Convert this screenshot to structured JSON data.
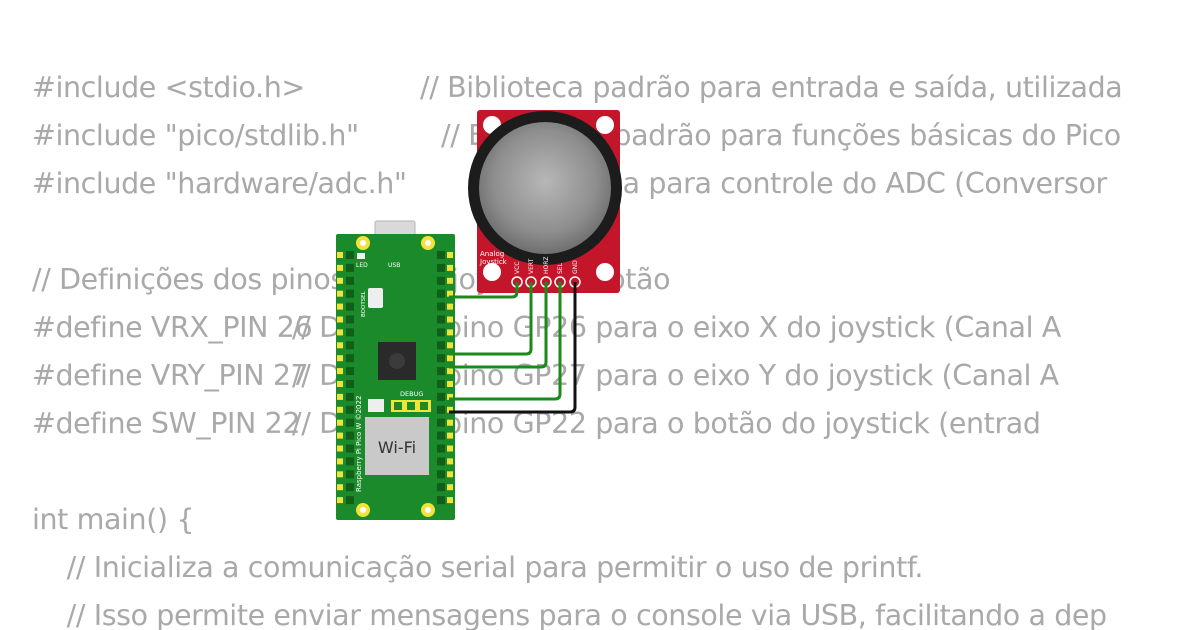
{
  "code_lines": [
    {
      "code": "#include <stdio.h>",
      "comment": "// Biblioteca padrão para entrada e saída, utilizada"
    },
    {
      "code": "#include \"pico/stdlib.h\"",
      "comment": "// Biblioteca padrão para funções básicas do Pico"
    },
    {
      "code": "#include \"hardware/adc.h\"",
      "comment": "// Biblioteca para controle do ADC (Conversor"
    },
    {
      "code": "",
      "comment": ""
    },
    {
      "code": "// Definições dos pinos para o joystick e botão",
      "comment": ""
    },
    {
      "code": "#define VRX_PIN 26",
      "comment": "// Define o pino GP26 para o eixo X do joystick (Canal A"
    },
    {
      "code": "#define VRY_PIN 27",
      "comment": "// Define o pino GP27 para o eixo Y do joystick (Canal A"
    },
    {
      "code": "#define SW_PIN 22",
      "comment": "// Define o pino GP22 para o botão do joystick (entrad"
    },
    {
      "code": "",
      "comment": ""
    },
    {
      "code": "int main() {",
      "comment": ""
    },
    {
      "code": "    // Inicializa a comunicação serial para permitir o uso de printf.",
      "comment": ""
    },
    {
      "code": "    // Isso permite enviar mensagens para o console via USB, facilitando a dep",
      "comment": ""
    }
  ],
  "pico": {
    "name": "Raspberry Pi Pico W ©2022",
    "wifi_label": "Wi-Fi",
    "led_label": "LED",
    "usb_label": "USB",
    "bootsel_label": "BOOTSEL",
    "debug_label": "DEBUG",
    "pcb_color": "#1a8a2a"
  },
  "joystick": {
    "name_line1": "Analog",
    "name_line2": "Joystick",
    "pins": [
      "VCC",
      "VERT",
      "HORZ",
      "SEL",
      "GND"
    ],
    "pcb_color": "#c4162b"
  },
  "wire_colors": {
    "signal": "#1b8a1b",
    "ground": "#111111"
  }
}
